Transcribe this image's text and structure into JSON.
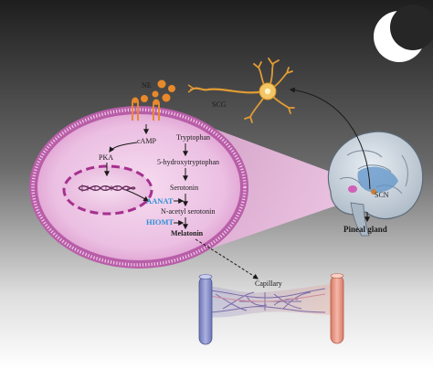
{
  "labels": {
    "ne": "NE",
    "scg": "SCG",
    "camp": "cAMP",
    "pka": "PKA",
    "tryptophan": "Tryptophan",
    "hydroxytryptophan": "5-hydroxytryptophan",
    "serotonin": "Serotonin",
    "nacetyl": "N-acetyl serotonin",
    "melatonin": "Melatonin",
    "aanat": "AANAT",
    "hiomt": "HIOMT",
    "scn": "SCN",
    "pineal": "Pineal gland",
    "capillary": "Capillary"
  },
  "colors": {
    "enzyme": "#2e8fd6",
    "melatonin": "#1a6b3a",
    "cell_fill": "#e6b2dc",
    "cell_border": "#a84a94",
    "vessel_blue": "#8a93c9",
    "vessel_red": "#e59a8a",
    "ne_dot": "#e8892c"
  }
}
